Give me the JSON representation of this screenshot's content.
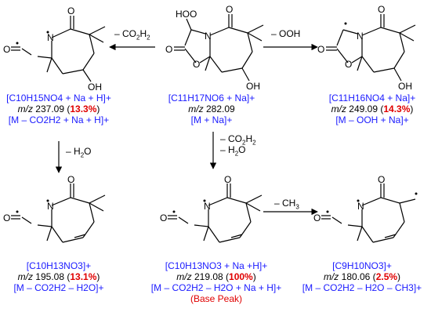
{
  "molecules": {
    "parent": {
      "atoms": {
        "hoo": "HOO",
        "n": "N",
        "o_ring": "O",
        "o_carbonyl": "O",
        "o_lactam": "O",
        "oh": "OH"
      }
    },
    "loss_co2h2": {
      "atoms": {
        "n": "N",
        "o_lactam": "O",
        "o_formyl": "O",
        "oh": "OH"
      }
    },
    "loss_ooh": {
      "atoms": {
        "n": "N",
        "o_ring": "O",
        "o_carbonyl": "O",
        "o_lactam": "O",
        "oh": "OH"
      }
    },
    "loss_co2h2_h2o": {
      "atoms": {
        "n": "N",
        "o_lactam": "O",
        "o_formyl": "O"
      }
    },
    "base_peak": {
      "atoms": {
        "n": "N",
        "o_lactam": "O",
        "o_formyl": "O"
      }
    },
    "loss_ch3": {
      "atoms": {
        "n": "N",
        "o_lactam": "O",
        "o_formyl": "O"
      }
    }
  },
  "arrows": {
    "to_left": {
      "reagent_l1": "– CO",
      "reagent_l1_sub": "2",
      "reagent_l1_tail": "H",
      "reagent_l1_sub2": "2"
    },
    "to_right": {
      "reagent": "– OOH"
    },
    "left_down": {
      "reagent": "– H",
      "reagent_sub": "2",
      "reagent_tail": "O"
    },
    "center_down": {
      "line1": "– CO",
      "line1_sub": "2",
      "line1_tail": "H",
      "line1_sub2": "2",
      "line2": "– H",
      "line2_sub": "2",
      "line2_tail": "O"
    },
    "bottom_right": {
      "reagent": "– CH",
      "reagent_sub": "3"
    }
  },
  "captions": {
    "top_left": {
      "formula": "[C10H15NO4 + Na + H]+",
      "mz_prefix": "m/z",
      "mz_value": "237.09",
      "pct": "13.3%",
      "assignment": "[M – CO2H2 + Na + H]+"
    },
    "top_center": {
      "formula": "[C11H17NO6 + Na]+",
      "mz_prefix": "m/z",
      "mz_value": "282.09",
      "assignment": "[M + Na]+"
    },
    "top_right": {
      "formula": "[C11H16NO4 + Na]+",
      "mz_prefix": "m/z",
      "mz_value": "249.09",
      "pct": "14.3%",
      "assignment": "[M – OOH + Na]+"
    },
    "bottom_left": {
      "formula": "[C10H13NO3]+",
      "mz_prefix": "m/z",
      "mz_value": "195.08",
      "pct": "13.1%",
      "assignment": "[M – CO2H2 – H2O]+"
    },
    "bottom_center": {
      "formula": "[C10H13NO3 + Na +H]+",
      "mz_prefix": "m/z",
      "mz_value": "219.08",
      "pct": "100%",
      "assignment": "[M – CO2H2 – H2O + Na + H]+",
      "note": "(Base Peak)"
    },
    "bottom_right": {
      "formula": "[C9H10NO3]+",
      "mz_prefix": "m/z",
      "mz_value": "180.06",
      "pct": "2.5%",
      "assignment": "[M – CO2H2 – H2O – CH3]+"
    }
  },
  "colors": {
    "caption_blue": "#1a1aff",
    "percent_red": "#e00000",
    "bond": "#000000"
  }
}
